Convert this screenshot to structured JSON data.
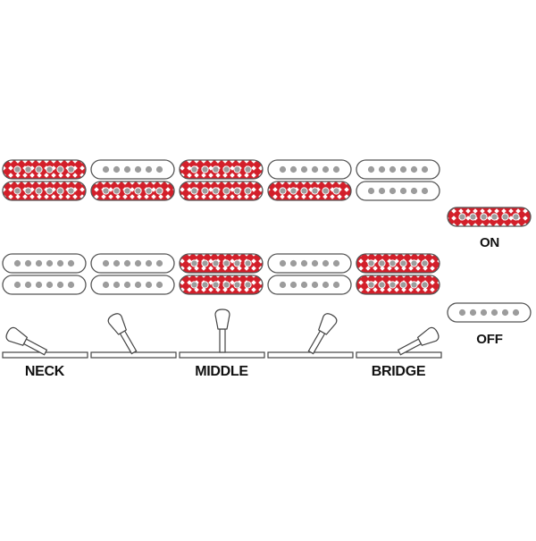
{
  "legend": {
    "on_label": "ON",
    "off_label": "OFF"
  },
  "positions": [
    {
      "name": "1",
      "label": "NECK",
      "lever": "neck",
      "row1": [
        "on",
        "on"
      ],
      "row2": [
        "off",
        "off"
      ]
    },
    {
      "name": "2",
      "label": "",
      "lever": "neck-mid",
      "row1": [
        "off",
        "on"
      ],
      "row2": [
        "off",
        "off"
      ]
    },
    {
      "name": "3",
      "label": "MIDDLE",
      "lever": "middle",
      "row1": [
        "on",
        "on"
      ],
      "row2": [
        "on",
        "on"
      ]
    },
    {
      "name": "4",
      "label": "",
      "lever": "mid-bridge",
      "row1": [
        "off",
        "on"
      ],
      "row2": [
        "off",
        "off"
      ]
    },
    {
      "name": "5",
      "label": "BRIDGE",
      "lever": "bridge",
      "row1": [
        "off",
        "off"
      ],
      "row2": [
        "on",
        "on"
      ]
    }
  ],
  "colors": {
    "on_fill": "#d31f2a",
    "outline": "#555555",
    "pole": "#9c9c9c",
    "off_fill": "#ffffff"
  }
}
